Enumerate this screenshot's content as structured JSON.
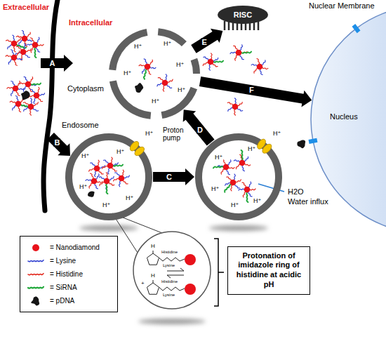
{
  "diagram": {
    "nodes": [
      {
        "text": [
          "RISC"
        ]
      },
      {
        "text": [
          "Cytoplasm"
        ]
      },
      {
        "text": [
          "Nuclear Membrane",
          "Nucleus"
        ]
      },
      {
        "text": [
          "Endosome"
        ]
      },
      {
        "text": [
          "H2O",
          "Water influx"
        ]
      },
      {
        "text": [
          "Protonation of imidazole ring of histidine at acidic pH"
        ]
      }
    ],
    "edges": [
      {
        "from": 3,
        "to": 4,
        "label": "C",
        "arrow": "to"
      },
      {
        "from": 4,
        "to": 1,
        "label": "D",
        "arrow": "to"
      },
      {
        "from": 1,
        "to": 0,
        "label": "E",
        "arrow": "to"
      },
      {
        "from": 1,
        "to": 2,
        "label": "F",
        "arrow": "to"
      }
    ],
    "labels": [
      "Extracellular",
      "Intracellular",
      "A",
      "B",
      "Proton pump",
      "H⁺",
      "H⁺",
      "H⁺",
      "H⁺",
      "H⁺",
      "H⁺",
      "H⁺",
      "H⁺",
      "H⁺",
      "H⁺",
      "H⁺",
      "H⁺",
      "H⁺",
      "H⁺",
      "H⁺",
      "H⁺",
      "H⁺",
      "H⁺",
      "H",
      "Histidine",
      "Lysine",
      "H",
      "+",
      "Histidine",
      "Lysine"
    ],
    "legend": [
      {
        "text": "= Nanodiamond"
      },
      {
        "text": "= Lysine"
      },
      {
        "text": "= Histidine"
      },
      {
        "text": "= SiRNA"
      },
      {
        "text": "= pDNA"
      }
    ]
  }
}
